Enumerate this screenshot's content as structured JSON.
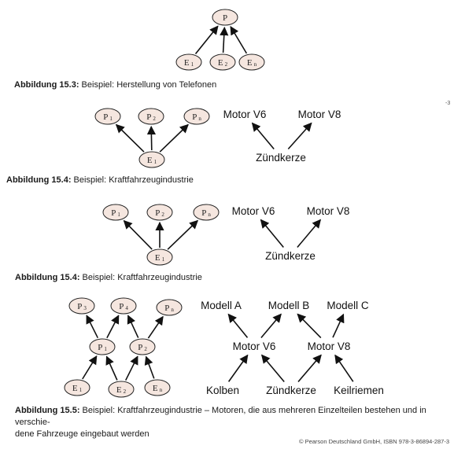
{
  "figures": [
    {
      "caption_label": "Abbildung 15.3:",
      "caption_text": " Beispiel: Herstellung von Telefonen",
      "nodes": [
        {
          "id": "P",
          "main": "P",
          "sub": ""
        },
        {
          "id": "E1",
          "main": "E",
          "sub": "1"
        },
        {
          "id": "E2",
          "main": "E",
          "sub": "2"
        },
        {
          "id": "En",
          "main": "E",
          "sub": "n"
        }
      ],
      "edges": [
        [
          "E1",
          "P"
        ],
        [
          "E2",
          "P"
        ],
        [
          "En",
          "P"
        ]
      ]
    },
    {
      "caption_label": "Abbildung 15.4:",
      "caption_text": " Beispiel: Kraftfahrzeugindustrie",
      "nodes": [
        {
          "id": "P1",
          "main": "P",
          "sub": "1"
        },
        {
          "id": "P2",
          "main": "P",
          "sub": "2"
        },
        {
          "id": "Pn",
          "main": "P",
          "sub": "n"
        },
        {
          "id": "E1",
          "main": "E",
          "sub": "1"
        }
      ],
      "edges": [
        [
          "E1",
          "P1"
        ],
        [
          "E1",
          "P2"
        ],
        [
          "E1",
          "Pn"
        ]
      ],
      "words": [
        {
          "id": "mv6",
          "text": "Motor V6"
        },
        {
          "id": "mv8",
          "text": "Motor V8"
        },
        {
          "id": "zk",
          "text": "Zündkerze"
        }
      ],
      "word_edges": [
        [
          "zk",
          "mv6"
        ],
        [
          "zk",
          "mv8"
        ]
      ]
    },
    {
      "caption_label": "Abbildung 15.4:",
      "caption_text": " Beispiel: Kraftfahrzeugindustrie",
      "nodes": [
        {
          "id": "P1",
          "main": "P",
          "sub": "1"
        },
        {
          "id": "P2",
          "main": "P",
          "sub": "2"
        },
        {
          "id": "Pn",
          "main": "P",
          "sub": "n"
        },
        {
          "id": "E1",
          "main": "E",
          "sub": "1"
        }
      ],
      "edges": [
        [
          "E1",
          "P1"
        ],
        [
          "E1",
          "P2"
        ],
        [
          "E1",
          "Pn"
        ]
      ],
      "words": [
        {
          "id": "mv6",
          "text": "Motor V6"
        },
        {
          "id": "mv8",
          "text": "Motor V8"
        },
        {
          "id": "zk",
          "text": "Zündkerze"
        }
      ],
      "word_edges": [
        [
          "zk",
          "mv6"
        ],
        [
          "zk",
          "mv8"
        ]
      ]
    },
    {
      "caption_label": "Abbildung 15.5:",
      "caption_text": " Beispiel: Kraftfahrzeugindustrie – Motoren, die aus mehreren Einzelteilen bestehen und in verschie-",
      "caption_text2": "dene Fahrzeuge eingebaut werden",
      "nodes": [
        {
          "id": "P3",
          "main": "P",
          "sub": "3"
        },
        {
          "id": "P4",
          "main": "P",
          "sub": "4"
        },
        {
          "id": "Pn",
          "main": "P",
          "sub": "n"
        },
        {
          "id": "P1",
          "main": "P",
          "sub": "1"
        },
        {
          "id": "P2",
          "main": "P",
          "sub": "2"
        },
        {
          "id": "E1",
          "main": "E",
          "sub": "1"
        },
        {
          "id": "E2",
          "main": "E",
          "sub": "2"
        },
        {
          "id": "En",
          "main": "E",
          "sub": "n"
        }
      ],
      "edges": [
        [
          "P1",
          "P3"
        ],
        [
          "P1",
          "P4"
        ],
        [
          "P2",
          "P4"
        ],
        [
          "P2",
          "Pn"
        ],
        [
          "E1",
          "P1"
        ],
        [
          "E2",
          "P1"
        ],
        [
          "E2",
          "P2"
        ],
        [
          "En",
          "P2"
        ]
      ],
      "words": [
        {
          "id": "ma",
          "text": "Modell A"
        },
        {
          "id": "mb",
          "text": "Modell B"
        },
        {
          "id": "mc",
          "text": "Modell C"
        },
        {
          "id": "mv6",
          "text": "Motor V6"
        },
        {
          "id": "mv8",
          "text": "Motor V8"
        },
        {
          "id": "kol",
          "text": "Kolben"
        },
        {
          "id": "zk",
          "text": "Zündkerze"
        },
        {
          "id": "kr",
          "text": "Keilriemen"
        }
      ],
      "word_edges": [
        [
          "mv6",
          "ma"
        ],
        [
          "mv6",
          "mb"
        ],
        [
          "mv8",
          "mb"
        ],
        [
          "mv8",
          "mc"
        ],
        [
          "kol",
          "mv6"
        ],
        [
          "zk",
          "mv6"
        ],
        [
          "zk",
          "mv8"
        ],
        [
          "kr",
          "mv8"
        ]
      ]
    }
  ],
  "page_number": "-3",
  "copyright": "© Pearson Deutschland GmbH, ISBN 978-3-86894-287-3"
}
